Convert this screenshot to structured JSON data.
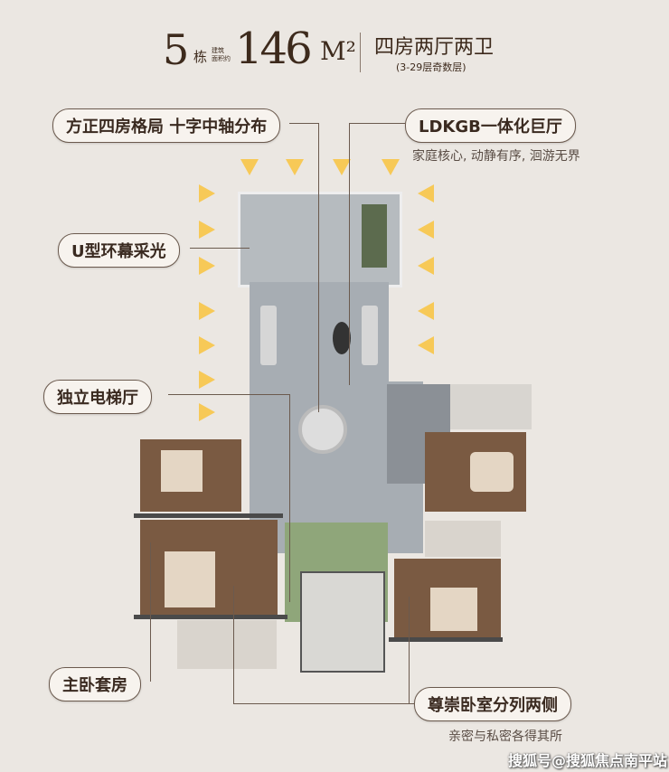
{
  "header": {
    "building_no": "5",
    "building_unit": "栋",
    "area_label_1": "建筑",
    "area_label_2": "面积约",
    "area": "146",
    "area_unit": "M²",
    "layout": "四房两厅两卫",
    "floors": "(3-29层奇数层)"
  },
  "callouts": {
    "c1": "方正四房格局 十字中轴分布",
    "c2": "LDKGB一体化巨厅",
    "c2_sub": "家庭核心, 动静有序, 洄游无界",
    "c3": "U型环幕采光",
    "c4": "独立电梯厅",
    "c5": "主卧套房",
    "c6": "尊崇卧室分列两侧",
    "c6_sub": "亲密与私密各得其所"
  },
  "watermark": "搜狐号@搜狐焦点南平站",
  "colors": {
    "background": "#ebe7e2",
    "light_arrow": "#f7c957",
    "wood": "#7a5a42",
    "living": "#a7adb3",
    "elevator_hall": "#8fa67a"
  }
}
